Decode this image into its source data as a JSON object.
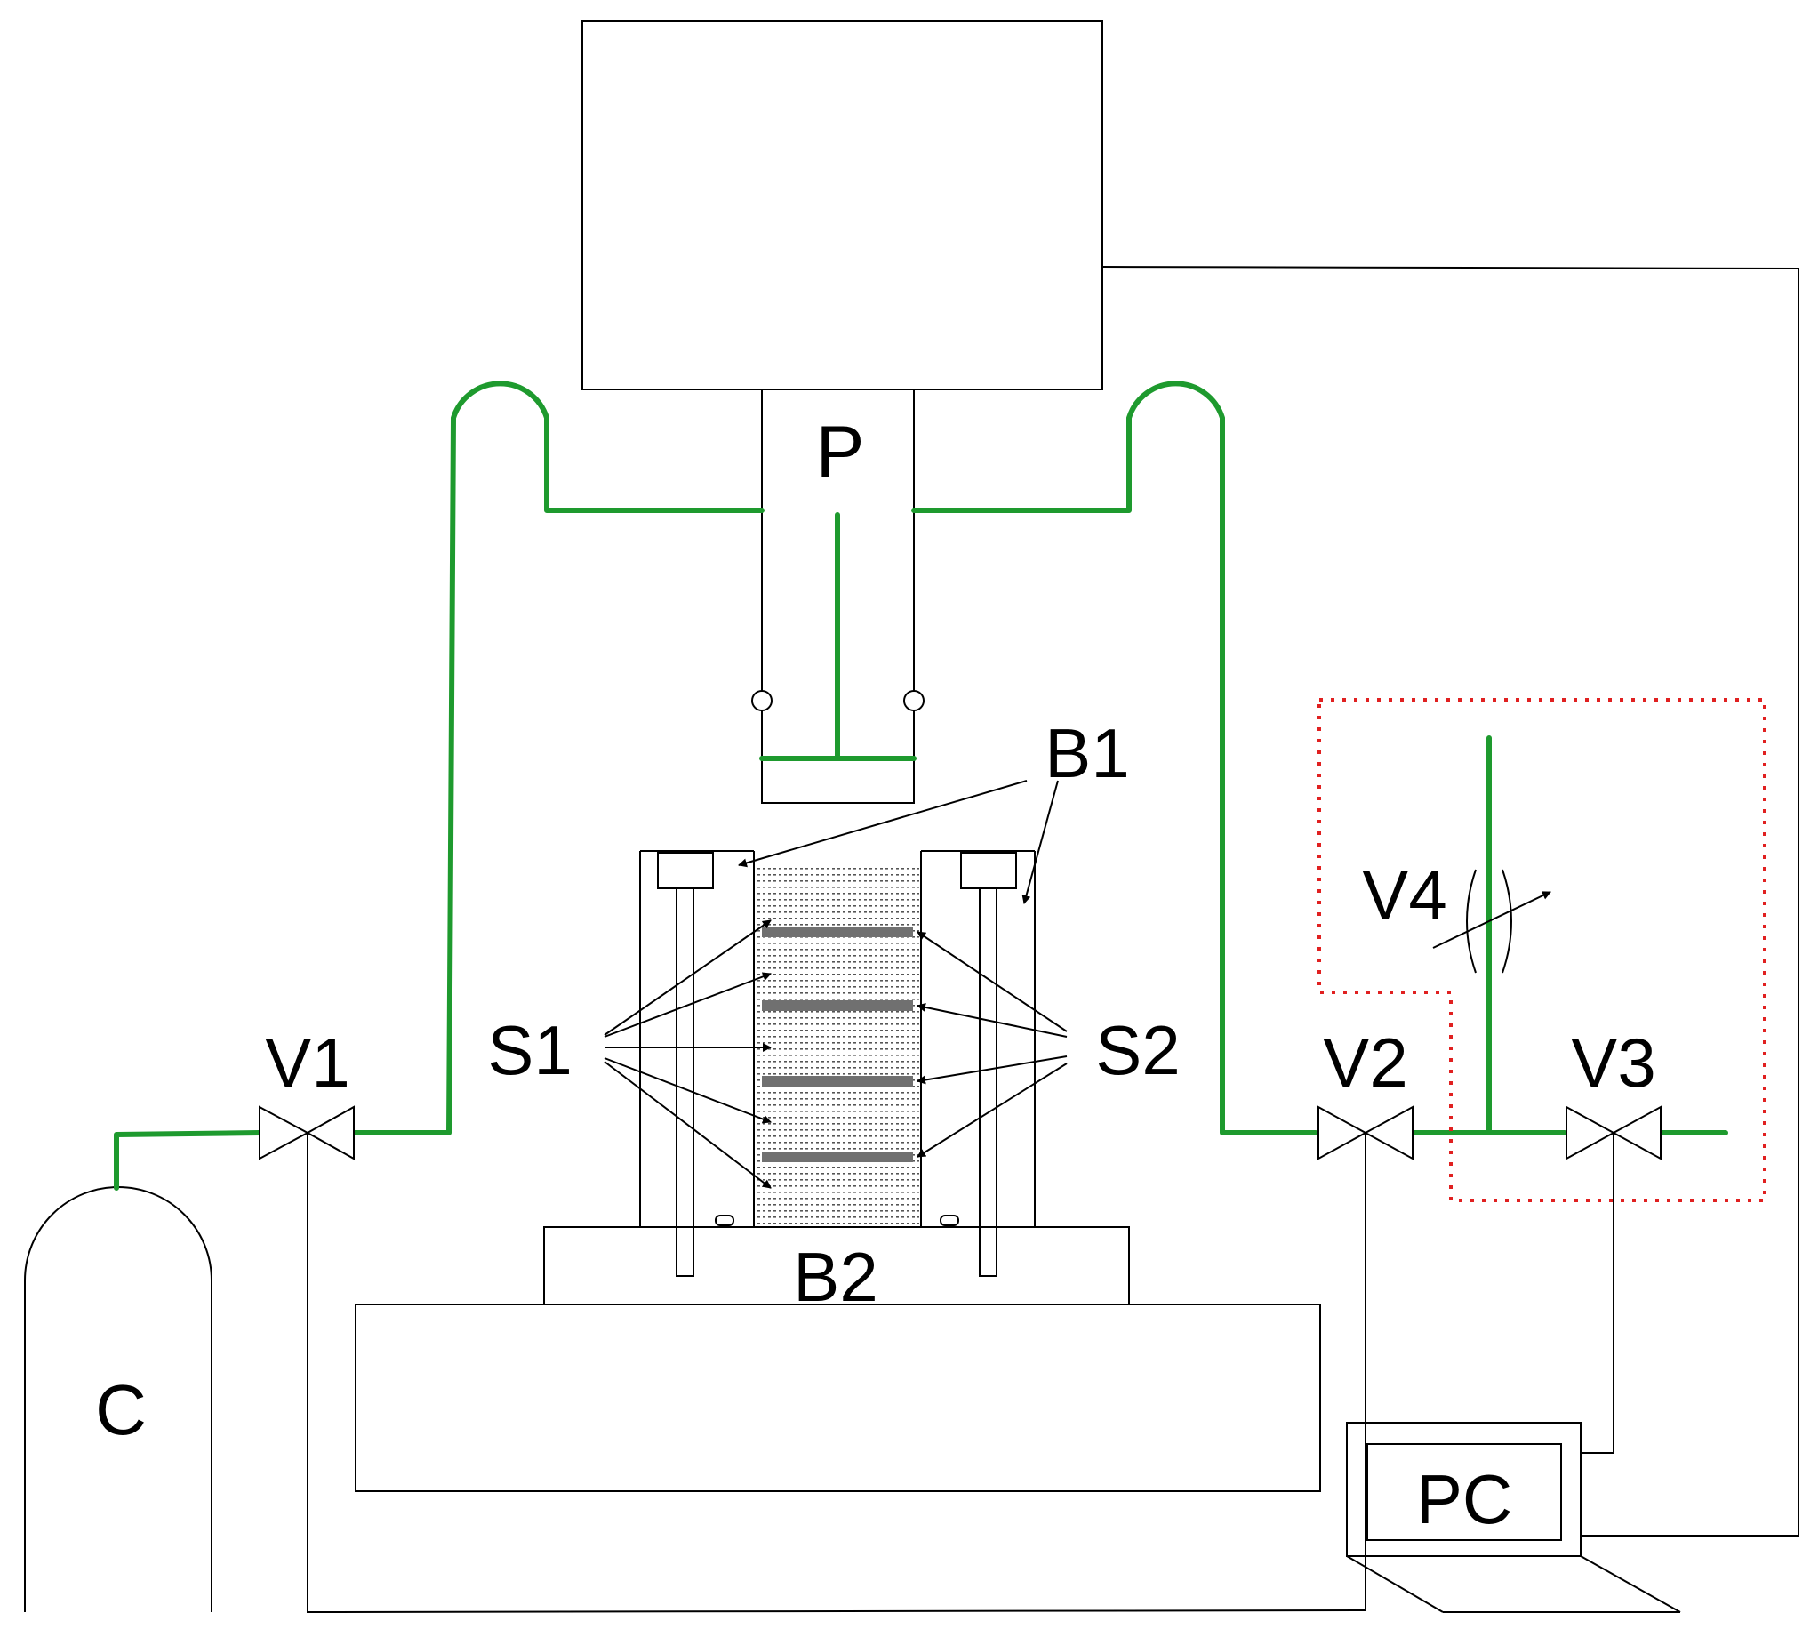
{
  "labels": {
    "piston": "P",
    "cylinder": "C",
    "computer": "PC",
    "valve1": "V1",
    "valve2": "V2",
    "valve3": "V3",
    "valve4": "V4",
    "sensor1": "S1",
    "sensor2": "S2",
    "boundary1": "B1",
    "boundary2": "B2"
  },
  "colors": {
    "pipe": "#1e9a2e",
    "dotted_box": "#e02020",
    "strip": "#707070"
  }
}
